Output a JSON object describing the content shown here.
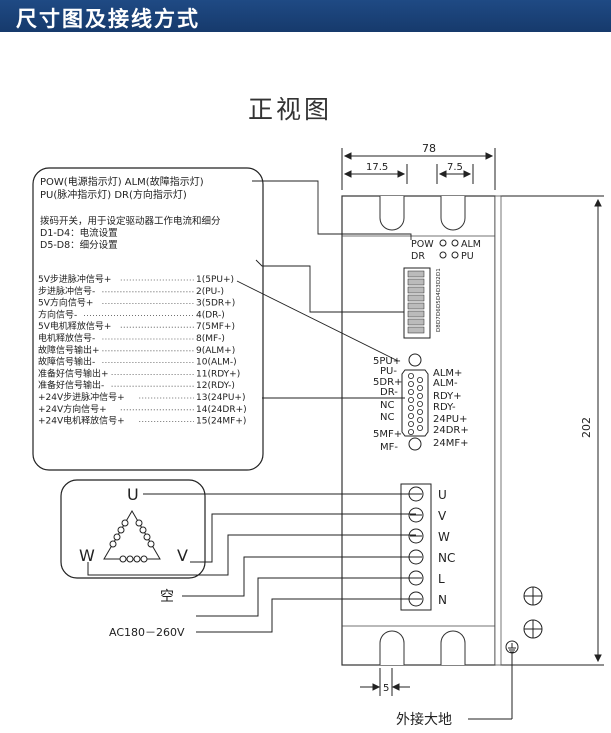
{
  "header": {
    "title": "尺寸图及接线方式"
  },
  "view_title": "正视图",
  "dimensions": {
    "width": "78",
    "d1": "17.5",
    "d2": "7.5",
    "height": "202",
    "bottom": "5"
  },
  "indicators": [
    {
      "text": "POW(电源指示灯)  ALM(故障指示灯)"
    },
    {
      "text": "PU(脉冲指示灯)    DR(方向指示灯)"
    }
  ],
  "dip": [
    {
      "text": "拨码开关，用于设定驱动器工作电流和细分"
    },
    {
      "text": "D1-D4：电流设置"
    },
    {
      "text": "D5-D8：细分设置"
    }
  ],
  "led_labels": {
    "pow": "POW",
    "alm": "ALM",
    "dr": "DR",
    "pu": "PU"
  },
  "dip_labels": [
    "D1",
    "D2",
    "D3",
    "D4",
    "D5",
    "D6",
    "D7",
    "D8"
  ],
  "signals": [
    {
      "label": "5V步进脉冲信号+",
      "pin": "1(5PU+)"
    },
    {
      "label": "步进脉冲信号-",
      "pin": "2(PU-)"
    },
    {
      "label": "5V方向信号+",
      "pin": "3(5DR+)"
    },
    {
      "label": "方向信号-",
      "pin": "4(DR-)"
    },
    {
      "label": "5V电机释放信号+",
      "pin": "7(5MF+)"
    },
    {
      "label": "电机释放信号-",
      "pin": "8(MF-)"
    },
    {
      "label": "故障信号输出+",
      "pin": "9(ALM+)"
    },
    {
      "label": "故障信号输出-",
      "pin": "10(ALM-)"
    },
    {
      "label": "准备好信号输出+",
      "pin": "11(RDY+)"
    },
    {
      "label": "准备好信号输出-",
      "pin": "12(RDY-)"
    },
    {
      "label": "+24V步进脉冲信号+",
      "pin": "13(24PU+)"
    },
    {
      "label": "+24V方向信号+",
      "pin": "14(24DR+)"
    },
    {
      "label": "+24V电机释放信号+",
      "pin": "15(24MF+)"
    }
  ],
  "db15_left": [
    "5PU+",
    "PU-",
    "5DR+",
    "DR-",
    "NC",
    "NC",
    "5MF+",
    "MF-"
  ],
  "db15_right": [
    "ALM+",
    "ALM-",
    "RDY+",
    "RDY-",
    "24PU+",
    "24DR+",
    "24MF+"
  ],
  "terminals": [
    "U",
    "V",
    "W",
    "NC",
    "L",
    "N"
  ],
  "motor": {
    "u": "U",
    "v": "V",
    "w": "W"
  },
  "empty_label": "空",
  "ac_label": "AC180－260V",
  "ground_label": "外接大地"
}
